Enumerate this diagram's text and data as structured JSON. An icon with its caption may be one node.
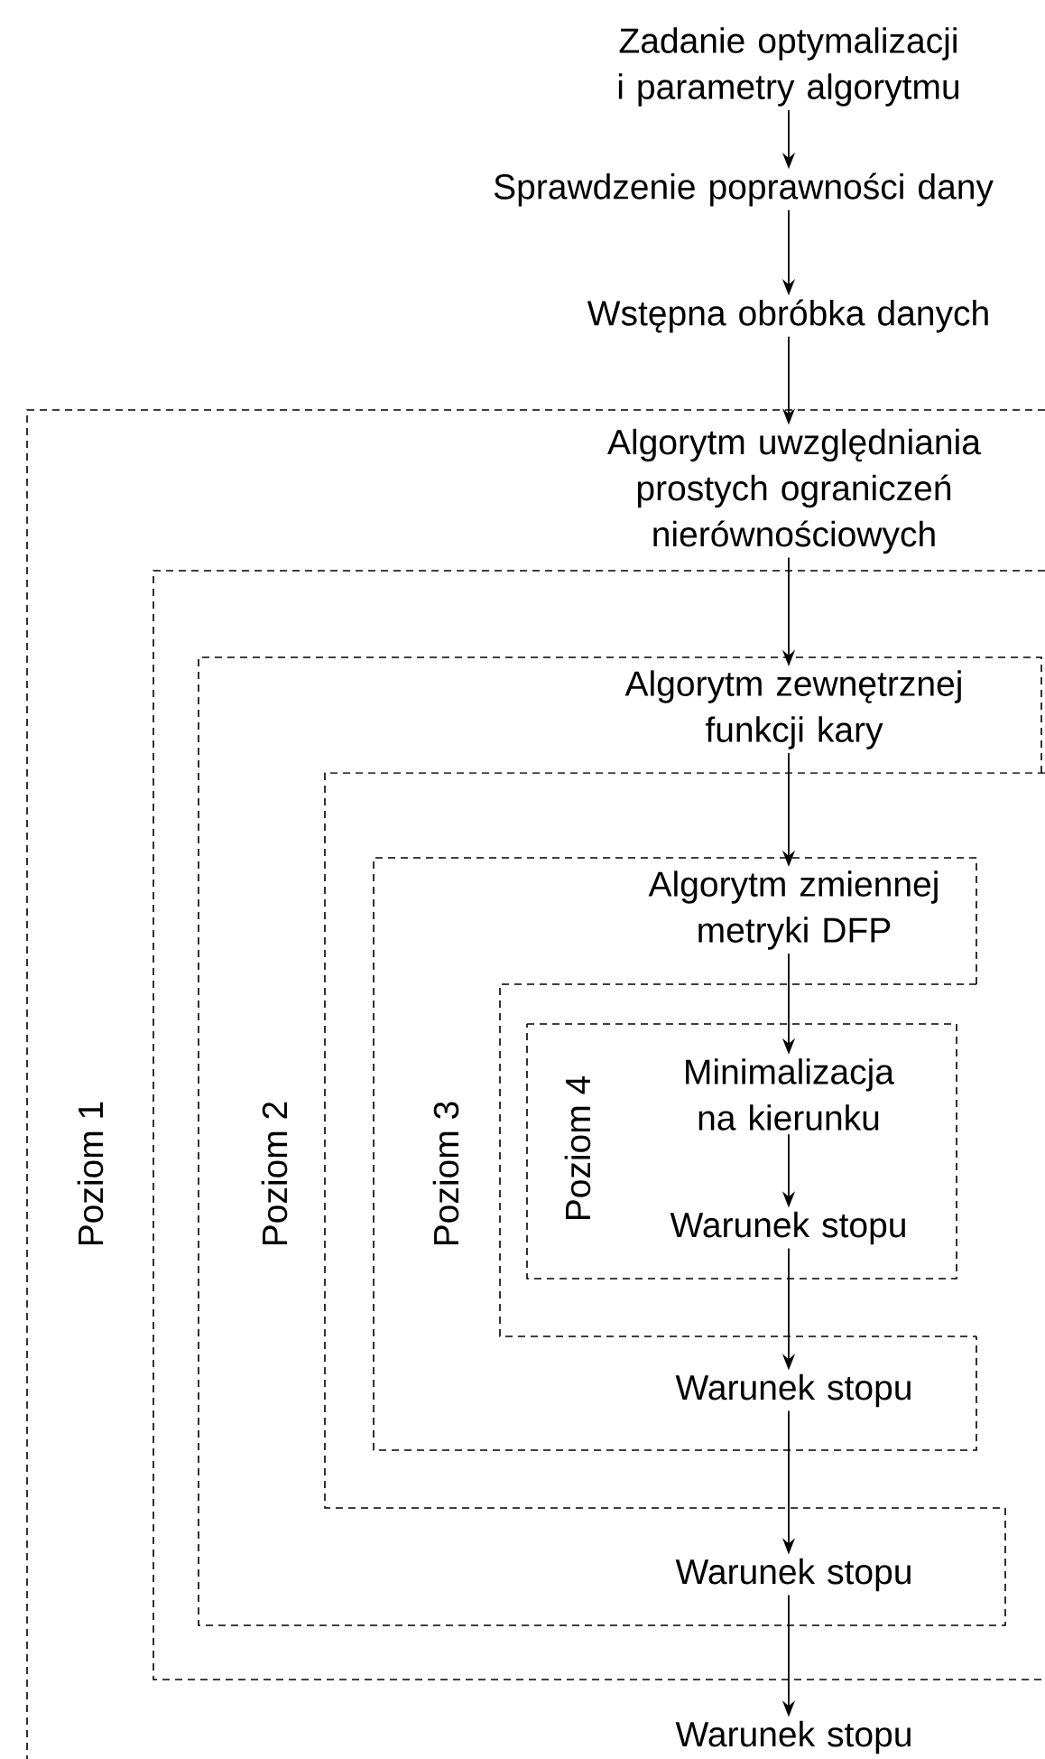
{
  "diagram": {
    "nodes": [
      {
        "text": [
          "Zadanie optymalizacji i parametry algorytmu"
        ]
      },
      {
        "text": [
          "Sprawdzenie poprawności dany"
        ]
      },
      {
        "text": [
          "Wstępna obróbka danych"
        ]
      },
      {
        "text": [
          "Poziom 1"
        ]
      },
      {
        "text": [
          "Algorytm uwzględniania prostych ograniczeń nierównościowych"
        ],
        "in": 3
      },
      {
        "text": [],
        "shape": "box",
        "in": 3
      },
      {
        "text": [
          "Poziom 2"
        ],
        "in": 5
      },
      {
        "text": [
          "Algorytm zewnętrznej funkcji kary"
        ],
        "in": 6
      },
      {
        "text": [],
        "shape": "box",
        "in": 6
      },
      {
        "text": [
          "Poziom 3"
        ],
        "in": 8
      },
      {
        "text": [
          "Algorytm zmiennej metryki DFP"
        ],
        "in": 9
      },
      {
        "text": [],
        "shape": "box",
        "in": 9
      },
      {
        "text": [
          "Poziom 4"
        ],
        "in": 11
      },
      {
        "text": [
          "Minimalizacja na kierunku"
        ],
        "in": 12
      },
      {
        "text": [
          "Warunek stopu"
        ],
        "in": 12
      },
      {
        "text": [
          "Warunek stopu"
        ],
        "in": 9
      },
      {
        "text": [
          "Warunek stopu"
        ],
        "in": 6
      },
      {
        "text": [
          "Warunek stopu"
        ],
        "in": 3
      }
    ],
    "edges": [
      {
        "from": 0,
        "to": 1,
        "arrow": "to"
      },
      {
        "from": 1,
        "to": 2,
        "arrow": "to"
      },
      {
        "from": 2,
        "to": 4,
        "arrow": "to"
      },
      {
        "from": 4,
        "to": 7,
        "arrow": "to"
      },
      {
        "from": 7,
        "to": 10,
        "arrow": "to"
      },
      {
        "from": 10,
        "to": 13,
        "arrow": "to"
      },
      {
        "from": 13,
        "to": 14,
        "arrow": "to"
      },
      {
        "from": 14,
        "to": 15,
        "arrow": "to"
      },
      {
        "from": 15,
        "to": 16,
        "arrow": "to"
      },
      {
        "from": 16,
        "to": 17,
        "arrow": "to"
      }
    ]
  }
}
